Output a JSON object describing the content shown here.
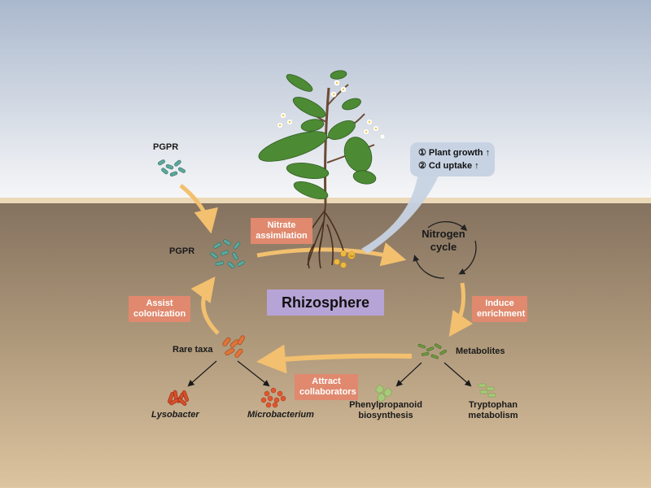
{
  "title": "Rhizosphere",
  "pgpr_top": "PGPR",
  "pgpr_mid": "PGPR",
  "nitrate": "Nitrate assimilation",
  "nitrate_l1": "Nitrate",
  "nitrate_l2": "assimilation",
  "cycle_l1": "Nitrogen",
  "cycle_l2": "cycle",
  "effects": [
    "① Plant growth",
    "② Cd uptake"
  ],
  "induce_l1": "Induce",
  "induce_l2": "enrichment",
  "assist_l1": "Assist",
  "assist_l2": "colonization",
  "attract_l1": "Attract",
  "attract_l2": "collaborators",
  "rare_taxa": "Rare taxa",
  "metabolites": "Metabolites",
  "lysobacter": "Lysobacter",
  "microbacterium": "Microbacterium",
  "phenyl_l1": "Phenylpropanoid",
  "phenyl_l2": "biosynthesis",
  "trp_l1": "Tryptophan",
  "trp_l2": "metabolism",
  "cd_label": "Cd",
  "colors": {
    "sky_top": "#aebbd0",
    "soil_top": "#8a7764",
    "soil_bottom": "#d9bf9b",
    "arrow": "#f2c06e",
    "tag": "#e0896e",
    "rhizosphere_box": "#b7a4d6",
    "pgpr_teal": "#5da89c",
    "rare_orange": "#e0743a",
    "metabolite_green": "#6d9a3e"
  }
}
